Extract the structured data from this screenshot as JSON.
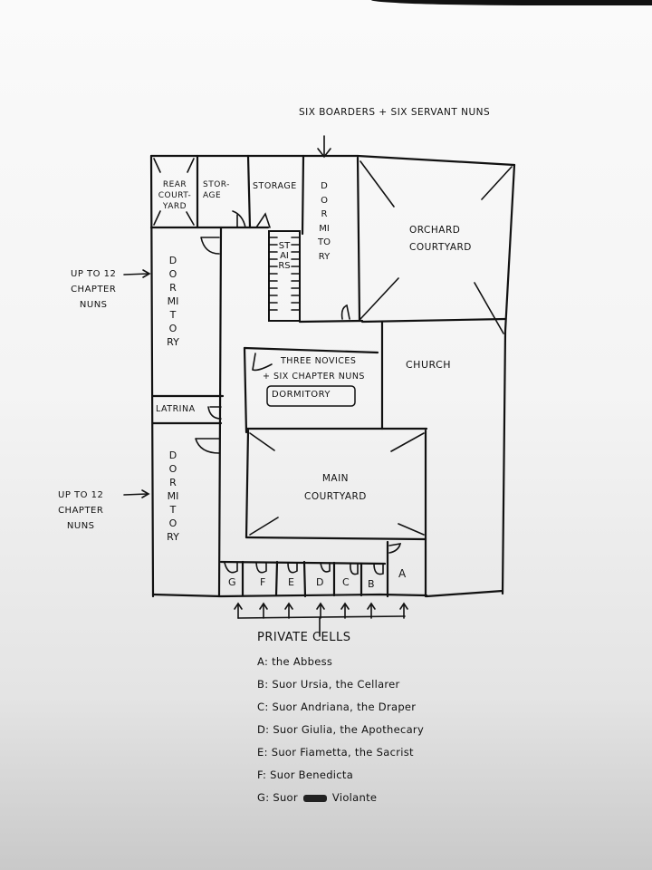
{
  "diagram": {
    "type": "hand-drawn floor plan",
    "subject": "convent layout"
  },
  "annotations": {
    "top": "six boarders + six servant nuns",
    "left_upper": [
      "up to 12",
      "chapter",
      "nuns"
    ],
    "left_lower": [
      "up to 12",
      "chapter",
      "nuns"
    ]
  },
  "rooms": {
    "rear_courtyard": "Rear court-yard",
    "storage_1": "Stor-age",
    "storage_2": "Storage",
    "dormitory_top": "DORMITORY",
    "stairs": "STAIRS",
    "orchard_courtyard": [
      "Orchard",
      "Courtyard"
    ],
    "dormitory_left_upper": "DORMITORY",
    "latrina": "Latrina",
    "dormitory_left_lower": "DORMITORY",
    "novices_dormitory": {
      "line1": "three novices",
      "line2": "+ six chapter nuns",
      "boxed": "dormitory"
    },
    "church": "Church",
    "main_courtyard": [
      "Main",
      "Courtyard"
    ],
    "cells": [
      "G",
      "F",
      "E",
      "D",
      "C",
      "B",
      "A"
    ]
  },
  "legend": {
    "title": "Private cells",
    "items": [
      {
        "key": "A:",
        "text": "the Abbess"
      },
      {
        "key": "B:",
        "text": "Suor Ursia, the Cellarer"
      },
      {
        "key": "C:",
        "text": "Suor Andriana, the Draper"
      },
      {
        "key": "D:",
        "text": "Suor Giulia, the Apothecary"
      },
      {
        "key": "E:",
        "text": "Suor Fiametta, the Sacrist"
      },
      {
        "key": "F:",
        "text": "Suor Benedicta"
      },
      {
        "key": "G:",
        "text_before": "Suor",
        "struck": "(crossed out)",
        "text_after": "Violante"
      }
    ]
  },
  "colors": {
    "ink": "#111111",
    "paper": "#f4f4f4"
  }
}
